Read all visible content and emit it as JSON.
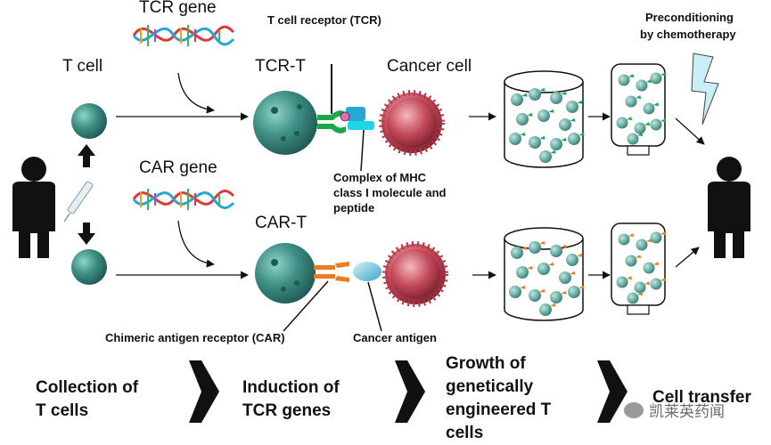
{
  "labels": {
    "t_cell": "T cell",
    "tcr_gene": "TCR gene",
    "car_gene": "CAR gene",
    "tcr_t": "TCR-T",
    "car_t": "CAR-T",
    "cancer_cell": "Cancer cell",
    "t_cell_receptor": "T cell receptor (TCR)",
    "mhc_complex_line1": "Complex of MHC",
    "mhc_complex_line2": "class I molecule and",
    "mhc_complex_line3": "peptide",
    "chimeric_receptor": "Chimeric antigen receptor (CAR)",
    "cancer_antigen": "Cancer antigen",
    "preconditioning_line1": "Preconditioning",
    "preconditioning_line2": "by chemotherapy"
  },
  "steps": [
    {
      "line1": "Collection of",
      "line2": "T cells"
    },
    {
      "line1": "Induction of",
      "line2": "TCR genes"
    },
    {
      "line1": "Growth of",
      "line2": "genetically",
      "line3": "engineered T",
      "line4": "cells"
    },
    {
      "line1": "Cell transfer"
    }
  ],
  "watermark": "凯莱英药闻",
  "colors": {
    "tcell": "#3f8f86",
    "cancer": "#c44a5a",
    "dna_red": "#d93a3a",
    "dna_blue": "#2aa6d6",
    "car_orange": "#f07a1e",
    "tcr_green": "#1ca64a",
    "bag_green": "#1f9e53"
  }
}
